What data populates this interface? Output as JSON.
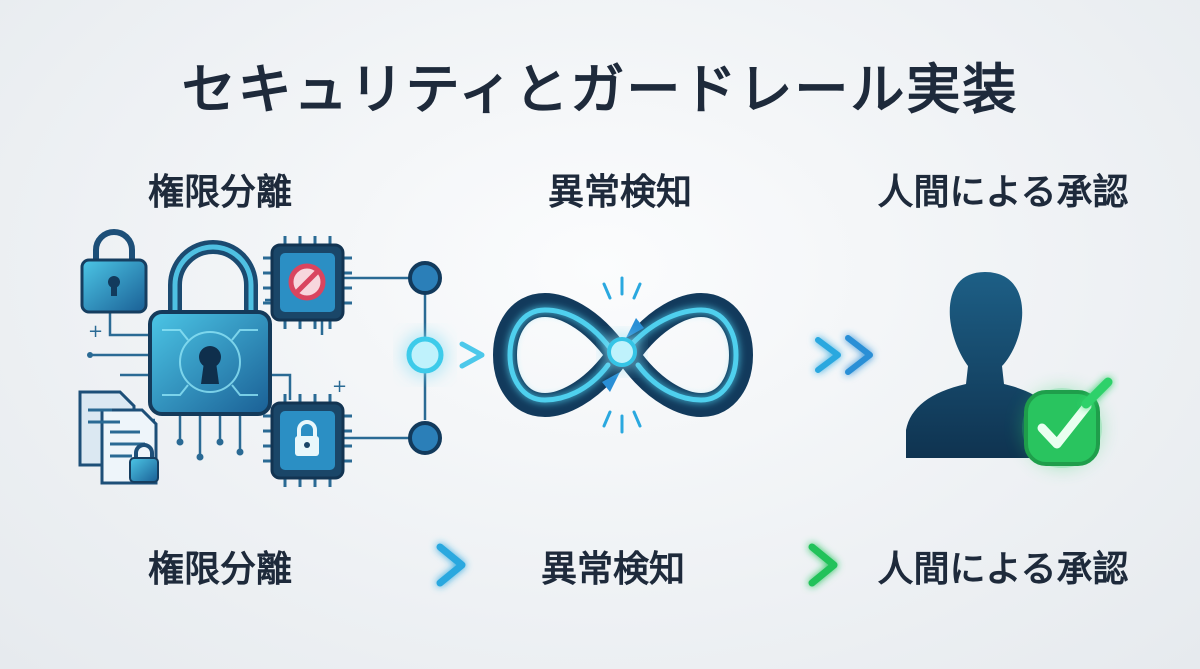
{
  "title": "セキュリティとガードレール実装",
  "stages": [
    {
      "label": "権限分離",
      "icon": "security-circuit-lock-icon"
    },
    {
      "label": "異常検知",
      "icon": "broken-infinity-loop-icon"
    },
    {
      "label": "人間による承認",
      "icon": "person-approval-check-icon"
    }
  ],
  "flow": [
    {
      "label": "権限分離"
    },
    {
      "label": "異常検知"
    },
    {
      "label": "人間による承認"
    }
  ],
  "colors": {
    "text": "#1e2a3b",
    "navy": "#123a5c",
    "cyan": "#37c6e8",
    "blue": "#2a8fd6",
    "green": "#2fd16a"
  }
}
